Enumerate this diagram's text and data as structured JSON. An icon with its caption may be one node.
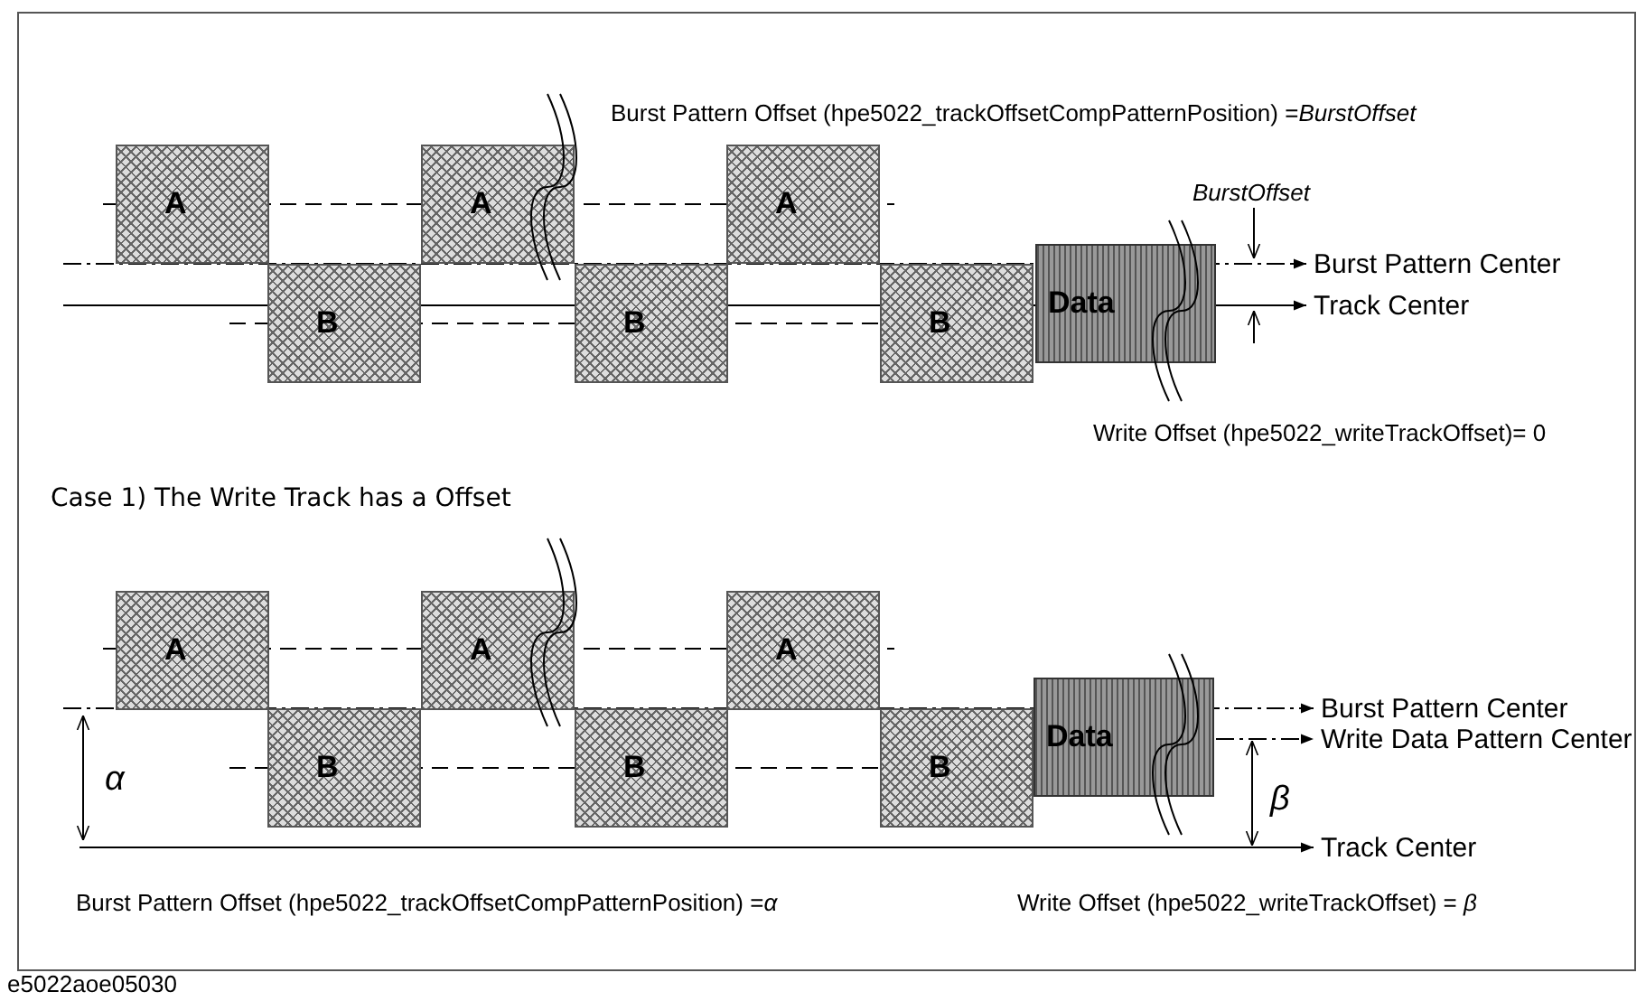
{
  "diagram": {
    "caption": "e5022aoe05030",
    "nodes": [
      {
        "text": [
          "A"
        ]
      },
      {
        "text": [
          "B"
        ]
      },
      {
        "text": [
          "A"
        ]
      },
      {
        "text": [
          "B"
        ]
      },
      {
        "text": [
          "A"
        ]
      },
      {
        "text": [
          "B"
        ]
      },
      {
        "text": [
          "Data"
        ]
      },
      {
        "text": [
          "Burst Pattern Center"
        ]
      },
      {
        "text": [
          "Track Center"
        ]
      },
      {
        "text": [
          "A"
        ]
      },
      {
        "text": [
          "B"
        ]
      },
      {
        "text": [
          "A"
        ]
      },
      {
        "text": [
          "B"
        ]
      },
      {
        "text": [
          "A"
        ]
      },
      {
        "text": [
          "B"
        ]
      },
      {
        "text": [
          "Data"
        ]
      },
      {
        "text": [
          "Burst Pattern Center"
        ]
      },
      {
        "text": [
          "Write Data Pattern Center"
        ]
      },
      {
        "text": [
          "Track Center"
        ]
      }
    ],
    "edges": [
      {
        "from": null,
        "to": 7,
        "arrow": "to",
        "style": "dashed"
      },
      {
        "from": null,
        "to": 8,
        "arrow": "to"
      },
      {
        "from": null,
        "to": 16,
        "arrow": "to",
        "style": "dashed"
      },
      {
        "from": 15,
        "to": 17,
        "arrow": "to",
        "style": "dashed"
      },
      {
        "from": null,
        "to": 18,
        "arrow": "to"
      }
    ],
    "labels": [
      "Burst Pattern Offset (hpe5022_trackOffsetCompPatternPosition) =*BurstOffset*",
      "BurstOffset",
      "Write Offset (hpe5022_writeTrackOffset)= 0",
      "Case 1) The Write Track has a Offset",
      "α",
      "β",
      "Burst Pattern Offset (hpe5022_trackOffsetCompPatternPosition) =*α*",
      "Write Offset (hpe5022_writeTrackOffset) = *β*"
    ]
  }
}
